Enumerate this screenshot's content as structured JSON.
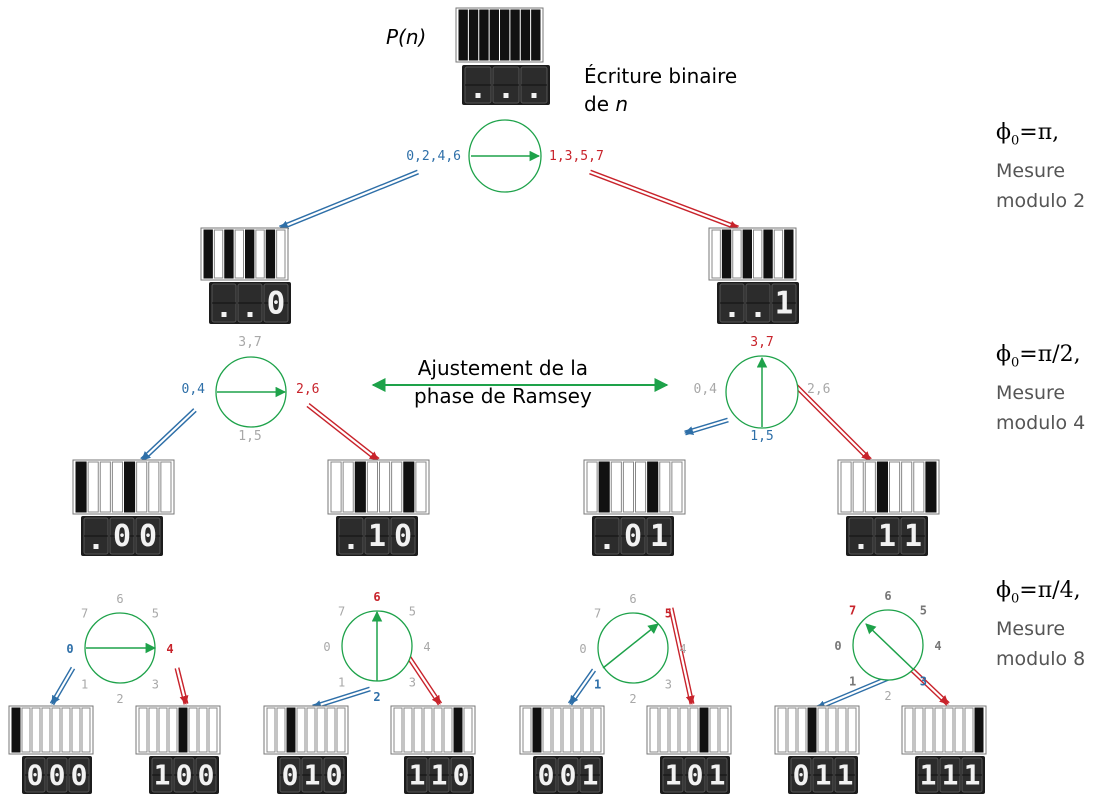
{
  "header": {
    "pn_label": "P(n)",
    "binary_label_line1": "Écriture binaire",
    "binary_label_line2_prefix": "de ",
    "binary_label_line2_var": "n"
  },
  "ramsey": {
    "line1": "Ajustement de la",
    "line2": "phase de Ramsey"
  },
  "side_labels": [
    {
      "phi": "ϕ",
      "sub": "0",
      "value": "=π,",
      "line2": "Mesure",
      "line3": "modulo 2"
    },
    {
      "phi": "ϕ",
      "sub": "0",
      "value": "=π/2,",
      "line2": "Mesure",
      "line3": "modulo 4"
    },
    {
      "phi": "ϕ",
      "sub": "0",
      "value": "=π/4,",
      "line2": "Mesure",
      "line3": "modulo 8"
    }
  ],
  "level1": {
    "left": "0,2,4,6",
    "right": "1,3,5,7"
  },
  "level2": [
    {
      "top": "3,7",
      "left": "0,4",
      "right": "2,6",
      "bottom": "1,5"
    },
    {
      "top": "3,7",
      "left": "0,4",
      "right": "2,6",
      "bottom": "1,5"
    }
  ],
  "level3_dial_labels": [
    "0",
    "1",
    "2",
    "3",
    "4",
    "5",
    "6",
    "7"
  ],
  "registers": {
    "root": [
      ".",
      ".",
      "."
    ],
    "l1": [
      [
        ".",
        ".",
        "0"
      ],
      [
        ".",
        ".",
        "1"
      ]
    ],
    "l2": [
      [
        ".",
        "0",
        "0"
      ],
      [
        ".",
        "1",
        "0"
      ],
      [
        ".",
        "0",
        "1"
      ],
      [
        ".",
        "1",
        "1"
      ]
    ],
    "l3": [
      [
        "0",
        "0",
        "0"
      ],
      [
        "1",
        "0",
        "0"
      ],
      [
        "0",
        "1",
        "0"
      ],
      [
        "1",
        "1",
        "0"
      ],
      [
        "0",
        "0",
        "1"
      ],
      [
        "1",
        "0",
        "1"
      ],
      [
        "0",
        "1",
        "1"
      ],
      [
        "1",
        "1",
        "1"
      ]
    ]
  },
  "colors": {
    "blue": "#2e6fa8",
    "red": "#c8232b",
    "green": "#1ea24a",
    "grey": "#a8a8a8",
    "dark": "#1c1c1c"
  }
}
